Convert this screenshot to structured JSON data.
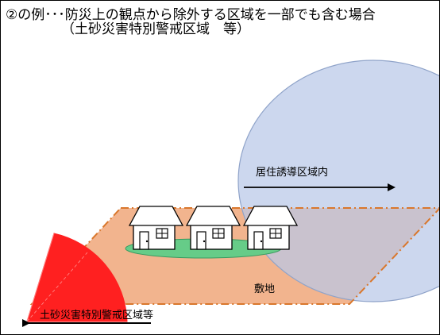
{
  "header": {
    "title": "②の例･･･防災上の観点から除外する区域を一部でも含む場合",
    "subtitle": "（土砂災害特別警戒区域　等）"
  },
  "labels": {
    "residential_zone": "居住誘導区域内",
    "site": "敷地",
    "hazard_zone": "土砂災害特別警戒区域等"
  },
  "colors": {
    "residential_zone_fill": "#b8c8e8",
    "residential_zone_stroke": "#8fa3c9",
    "site_fill": "#f2b48e",
    "site_border": "#d9772c",
    "hazard_fill": "#ff2020",
    "garden_fill": "#66cc88",
    "house_fill": "#ffffff",
    "house_stroke": "#000000"
  },
  "icons": {
    "house": "house-icon",
    "arrow": "right-arrow",
    "arrow_left": "left-arrow"
  }
}
